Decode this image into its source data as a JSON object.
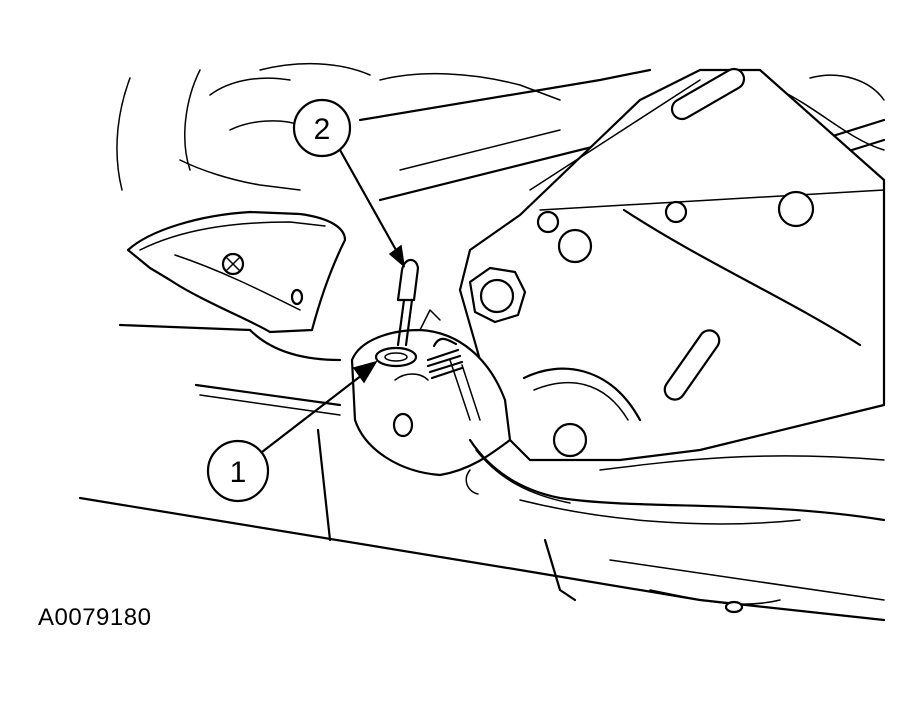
{
  "figure": {
    "id_label": "A0079180"
  },
  "callouts": [
    {
      "number": "1"
    },
    {
      "number": "2"
    }
  ]
}
